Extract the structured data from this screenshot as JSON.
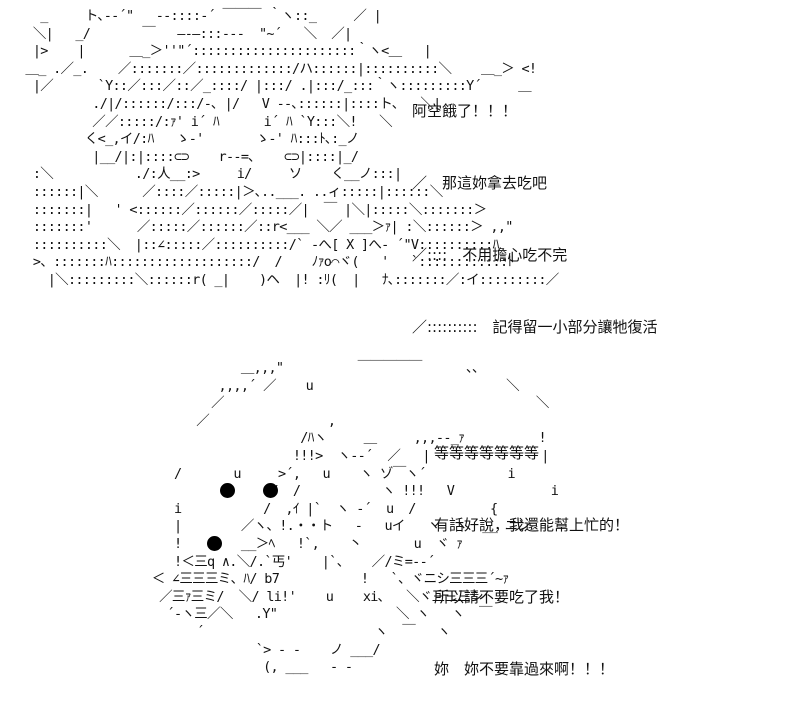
{
  "scene_top": {
    "art": "   _     ト､-‐´\"   ‐-::::‐´ ￣￣￣ ｀ヽ::_     ／ |\n  ＼|   _/       ￣   ―‐―:::-‐-  \"~´   ＼  ／|\n  |>    |      ＿_＞''\"´::::::::::::::::::::::｀ヽ<＿   |\n ＿_ .／_.    ／:::::::／:::::::::::::/ハ::::::|::::::::::＼    ＿_＞ <!\n  |／      `Y::／:::／::／_::::/ |:::/ .|:::/_:::｀ヽ:::::::::Y´     ＿\n          ./|/::::::/:::/-､ |/   V ‐-､::::::|::::ト､   ＼|\n          ／／:::::/:ｧ' i´ ﾊ      i´ ﾊ `Y:::＼!   ＼\n         く<_,イ/:ﾊ   ゝ-'       ゝ-' ﾊ:::ﾄ､:_ノ\n          |__/|:|::::⊂⊃    r-‐=､    ⊂⊃|::::|_/\n  :＼           ./:人__:>     i/     ソ    く__ノ:::|\n  ::::::|＼      ／::::／:::::|＞､..___. ..ィ:::::|::::::＼\n  :::::::|   ' <::::::／::::::／:::::／|  ￣ |＼|:::::＼:::::::＞\n  :::::::'      ／:::::／::::::／::r<___ ＼／ ___＞ｧ| :＼::::::＞ ,,\"\n  ::::::::::＼  |::∠:::::／::::::::::/` -へ[ X ]へ- ´\"V::::::::::ﾊ\n  >、:::::::ﾊ:::::::::::::::::::/  /    ﾉｧo⌒ヾ(   '   `::::::::::::ﾄ\n    |＼:::::::::＼::::::r( _|    )ヘ  |! :ﾘ(  |   ﾅ､:::::::／:イ:::::::::／",
    "dialogue": [
      "阿空餓了！！！",
      "／　那這妳拿去吃吧",
      "／::::　不用擔心吃不完",
      "／::::::::::　記得留一小部分讓牠復活"
    ]
  },
  "scene_bottom": {
    "art": "                       ＿,,,\"          ￣￣￣￣￣      ､､\n                    ,,,,´ ／    u                          ＼\n                   ／                                          ＼\n                 ／                ,\n                               /ﾊヽ     ＿     ,,,-‐_ｧ          !\n                              !!!>  ヽ‐‐´  ／   |               |\n              /       u     >´,   u    ヽ ゾ￣ヽ´           i\n                           /  /           ヽ !!!   V             i\n              i           /  ,ｲ |`  ヽ ‐´  u  /          {\n              |        ／ヽ、!.・・ト   ‐   uイ   ヽ  ヽ  __ ニン\n              !        __＞ﾍ   !`,    丶       u  ヾ ｧ\n              !＜三q ∧.＼/.`丐'    |`、   ／/ミ=-‐´\n           ＜ ∠三三三ミ、ﾊ/ b7           !   `、ヾニシ三三三´~ｧ\n            ／三ｧ三ミ/  ＼/ li!'    u    xi､   ＼ヾ三三三シ\n             ´‐ヽ三／＼   .Y\"                ＼ ヽ   ヽ  ￣\n                 ´                       ヽ  ￣   ヽ\n                         `> - ‐    ノ ___/\n                          (, ___   - ‐\n",
    "dialogue": [
      "等等等等等等等",
      "有話好說，我還能幫上忙的！",
      "所以請不要吃了我！",
      "妳　妳不要靠過來啊！！！"
    ]
  }
}
